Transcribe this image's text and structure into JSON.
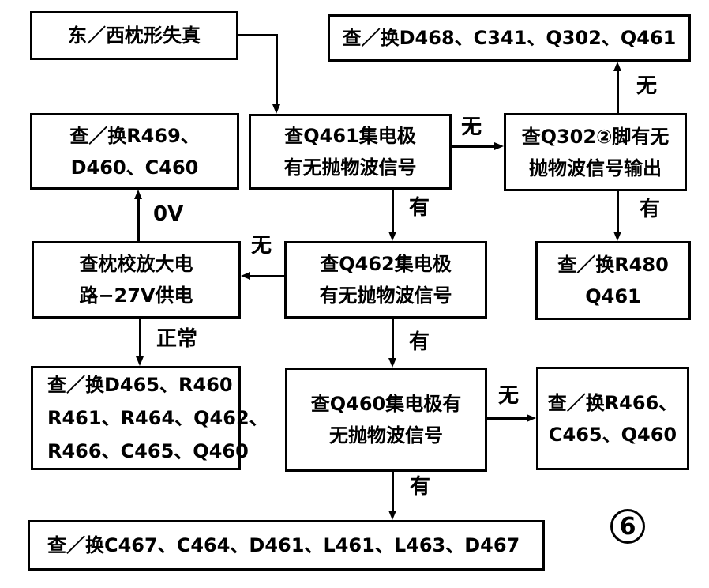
{
  "colors": {
    "ink": "#000000",
    "paper": "#ffffff"
  },
  "page_number": "6",
  "nodes": {
    "start": {
      "lines": [
        "东／西枕形失真"
      ]
    },
    "replace_d468": {
      "lines": [
        "查／换D468、C341、Q302、Q461"
      ]
    },
    "replace_r469": {
      "lines": [
        "查／换R469、",
        "D460、C460"
      ]
    },
    "check_q461": {
      "lines": [
        "查Q461集电极",
        "有无抛物波信号"
      ]
    },
    "check_q302": {
      "lines": [
        "查Q302②脚有无",
        "抛物波信号输出"
      ]
    },
    "check_supply": {
      "lines": [
        "查枕校放大电",
        "路−27V供电"
      ]
    },
    "check_q462": {
      "lines": [
        "查Q462集电极",
        "有无抛物波信号"
      ]
    },
    "replace_r480": {
      "lines": [
        "查／换R480",
        "Q461"
      ]
    },
    "replace_d465": {
      "lines": [
        "查／换D465、R460",
        "R461、R464、Q462、",
        "R466、C465、Q460"
      ]
    },
    "check_q460": {
      "lines": [
        "查Q460集电极有",
        "无抛物波信号"
      ]
    },
    "replace_r466": {
      "lines": [
        "查／换R466、",
        "C465、Q460"
      ]
    },
    "replace_c467": {
      "lines": [
        "查／换C467、C464、D461、L461、L463、D467"
      ]
    }
  },
  "edge_labels": {
    "q461_no": "无",
    "q302_no": "无",
    "q302_yes": "有",
    "q461_yes": "有",
    "q462_no": "无",
    "supply_0v": "0V",
    "supply_normal": "正常",
    "q462_yes": "有",
    "q460_no": "无",
    "q460_yes": "有"
  }
}
